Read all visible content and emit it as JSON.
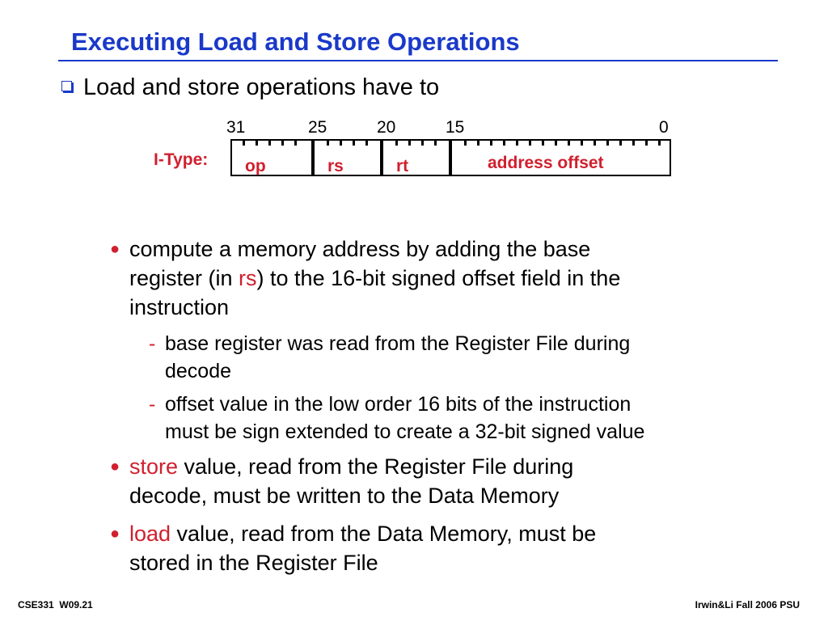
{
  "slide": {
    "title": "Executing Load and Store Operations",
    "intro": "Load and store operations have to"
  },
  "itype_format": {
    "label": "I-Type:",
    "bit_positions": [
      "31",
      "25",
      "20",
      "15",
      "0"
    ],
    "fields": [
      "op",
      "rs",
      "rt",
      "address offset"
    ]
  },
  "bullets": {
    "b1_part1": "compute a memory address by adding the base",
    "b1_part2": "register (in ",
    "b1_rs": "rs",
    "b1_part3": ") to the 16-bit signed offset field in the",
    "b1_part4": "instruction",
    "sub1_line1": "base register was read from the Register File during",
    "sub1_line2": "decode",
    "sub2_line1": "offset value in the low order 16 bits of the instruction",
    "sub2_line2": "must be sign extended to create a 32-bit signed value",
    "b2_keyword": "store",
    "b2_line1": " value, read from the Register File during",
    "b2_line2": "decode, must be written to the Data Memory",
    "b3_keyword": "load",
    "b3_line1": " value, read from the Data Memory, must be",
    "b3_line2": "stored in the Register File"
  },
  "footer": {
    "left": "CSE331  W09.21",
    "right": "Irwin&Li Fall 2006 PSU"
  },
  "colors": {
    "title": "#1a39c9",
    "accent": "#d0202e"
  }
}
